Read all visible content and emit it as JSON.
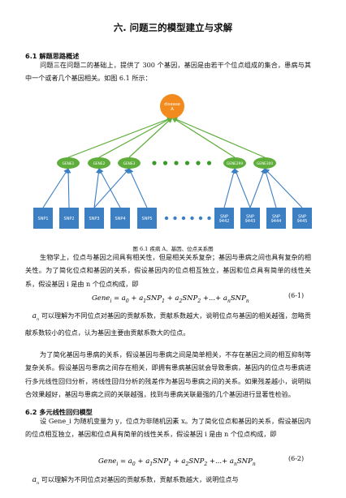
{
  "title": "六. 问题三的模型建立与求解",
  "sec61": "6.1 解题思路概述",
  "p1": "问题三在问题二的基础上，提供了 300 个基因，基因是由若干个位点组成的集合，患病与其中一个或者几个基因相关。如图 6.1 所示：",
  "figure": {
    "disease_label": "disease\nA",
    "genes": [
      "GENE1",
      "GENE2",
      "GENE3",
      "GENE299",
      "GENE300"
    ],
    "snps": [
      "SNP1",
      "SNP2",
      "SNP3",
      "SNP4",
      "SNP5",
      "SNP\n9442",
      "SNP\n9443",
      "SNP\n9444",
      "SNP\n9445"
    ],
    "colors": {
      "disease": "#f28a1e",
      "gene": "#5fae3c",
      "snp": "#3d7fc3",
      "dots": "#3a9a2a"
    }
  },
  "caption": "图 6.1 疾病 A、基因、位点关系图",
  "p2": "生物学上，位点与基因之间具有相关性，但是相关关系复杂；基因与患病之间也具有复杂的相关性。为了简化位点和基因的关系，假设基因内的位点相互独立，基因和位点具有简单的线性关系，假设基因 i 是由 n 个位点构成，即",
  "eq1": "Gene_i = a_0 + a_1SNP_1 + a_2SNP_2 + ... + a_nSNP_n",
  "eq1_num": "(6-1)",
  "p3": "可以理解为不同位点对基因的贡献系数，贡献系数越大，说明位点与基因的相关越强，忽略贡献系数较小的位点，认为基因主要由贡献系数大的位点。",
  "p4": "为了简化基因与患病的关系，假设基因与患病之间是简单相关，不存在基因之间的相互抑制等复杂关系。假设基因与患病之间存在相关，即拥有患病基因就会导致患病，基因内的位点与患病进行多元线性回归分析，将线性回归分析的残差作为基因与患病之间的关系。如果残差越小，说明拟合效果越好，基因与患病之间的关联越强，找到与患病关联最强的几个基因进行显著性检验。",
  "sec62": "6.2 多元线性回归模型",
  "p5": "设 Gene_i 为随机变量为 y，位点为非随机因素 x。为了简化位点和基因的关系，假设基因内的位点相互独立，基因和位点具有简单的线性关系，假设基因 i 是由 n 个位点构成，即",
  "eq2_num": "(6-2)",
  "p6": "可以理解为不同位点对基因的贡献系数，贡献系数越大，说明位点与"
}
